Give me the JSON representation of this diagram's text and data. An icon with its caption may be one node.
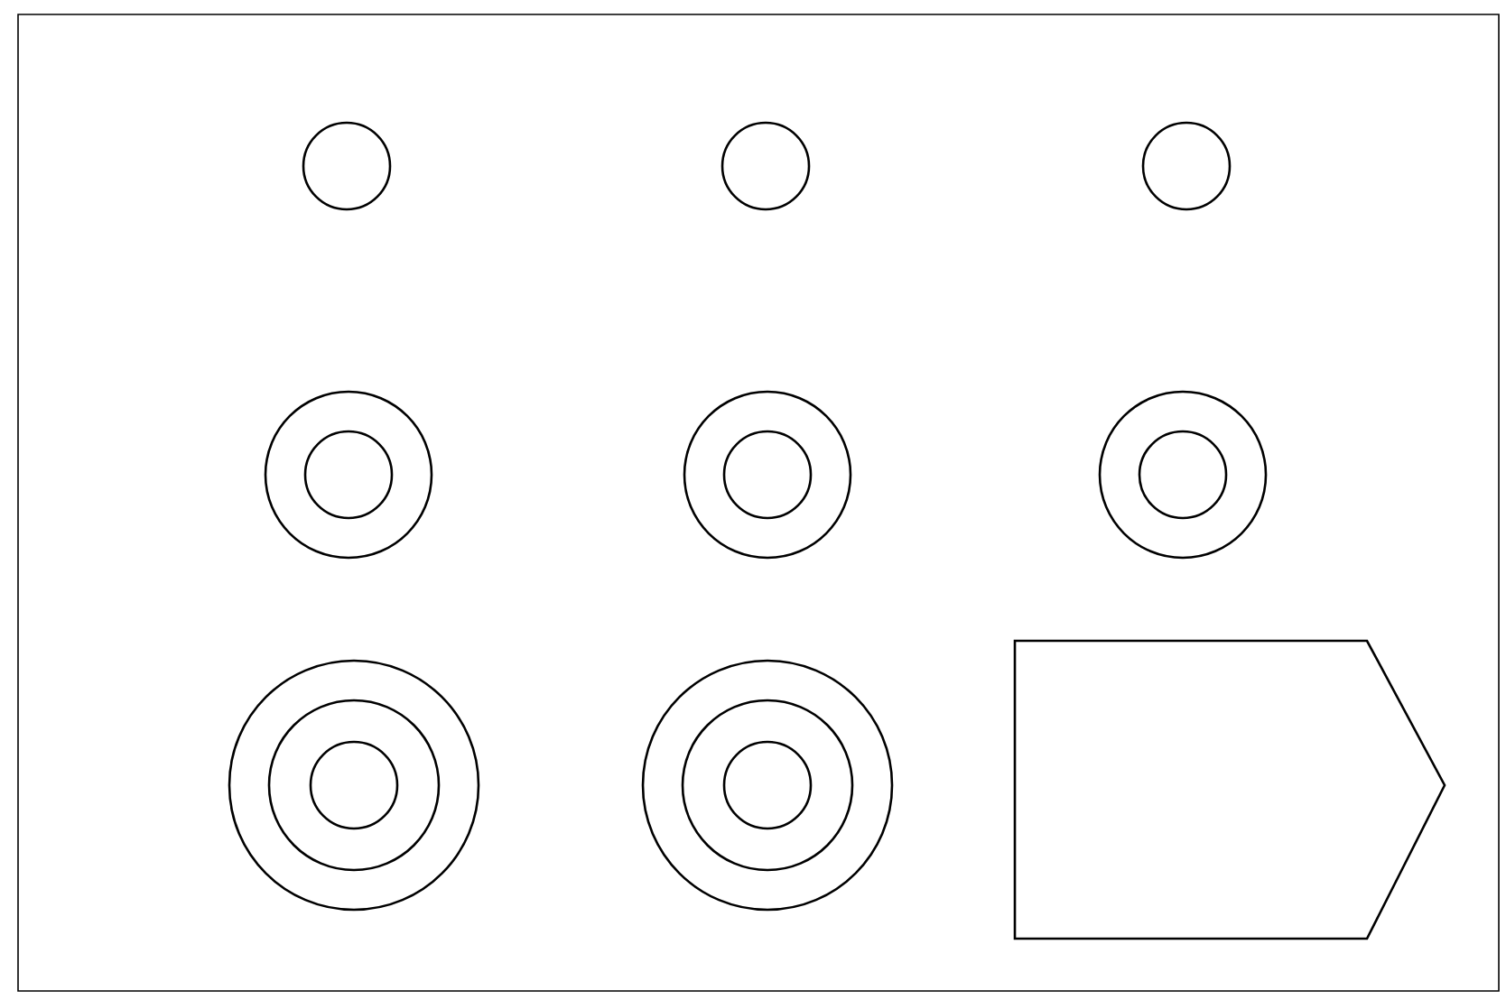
{
  "diagram": {
    "nodes": [
      {
        "text": [],
        "shape": "circle"
      },
      {
        "text": [],
        "shape": "circle"
      },
      {
        "text": [],
        "shape": "circle"
      },
      {
        "text": [],
        "shape": "ring"
      },
      {
        "text": [],
        "shape": "ring"
      },
      {
        "text": [],
        "shape": "ring"
      },
      {
        "text": [],
        "shape": "target"
      },
      {
        "text": [],
        "shape": "target"
      },
      {
        "text": [],
        "shape": "pentagon"
      }
    ]
  }
}
